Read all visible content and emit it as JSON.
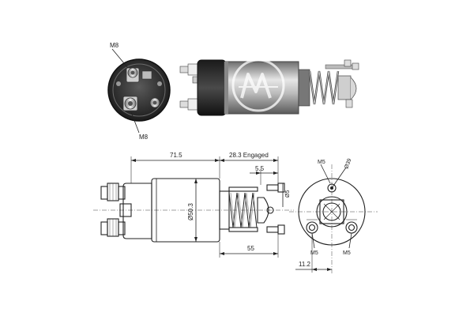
{
  "labels": {
    "m8_top": "M8",
    "m8_bottom": "M8",
    "length_body": "71.5",
    "engaged": "28.3 Engaged",
    "plunger_offset": "5.5",
    "dia_small": "Ø5",
    "dia_body": "Ø50.3",
    "length_55": "55",
    "m5_top": "M5",
    "dia_39": "Ø39",
    "m5_left": "M5",
    "m5_right": "M5",
    "offset_11_2": "11.2"
  },
  "colors": {
    "ink": "#222222",
    "metal_light": "#d9d9d9",
    "metal_mid": "#a8a8a8",
    "metal_dark": "#3a3a3a",
    "copper": "#b8793a"
  },
  "icons": [
    "watermark-logo"
  ]
}
